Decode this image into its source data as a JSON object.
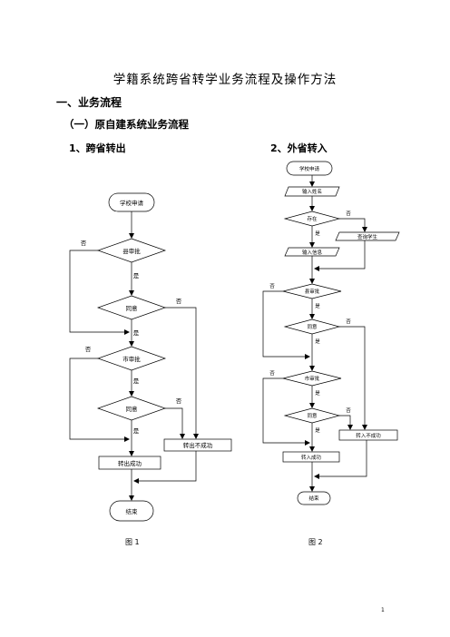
{
  "doc": {
    "title": "学籍系统跨省转学业务流程及操作方法",
    "section1": "一、业务流程",
    "subsection1": "（一）原自建系统业务流程",
    "item1": "1、跨省转出",
    "item2": "2、外省转入",
    "caption1": "图 1",
    "caption2": "图 2",
    "page_number": "1"
  },
  "flow1": {
    "start": "学校申请",
    "county": "县审批",
    "agree1": "同意",
    "city": "市审批",
    "agree2": "同意",
    "fail": "转出不成功",
    "success": "转出成功",
    "end": "结束",
    "yes": "是",
    "no": "否"
  },
  "flow2": {
    "start": "学校申请",
    "input_student": "输入姓名",
    "exists": "存在",
    "query_student": "查询学生",
    "input_info": "输入信息",
    "county": "县审批",
    "agree1": "同意",
    "city": "市审批",
    "agree2": "同意",
    "fail": "转入不成功",
    "success": "转入成功",
    "end": "结束",
    "yes": "是",
    "no": "否"
  }
}
